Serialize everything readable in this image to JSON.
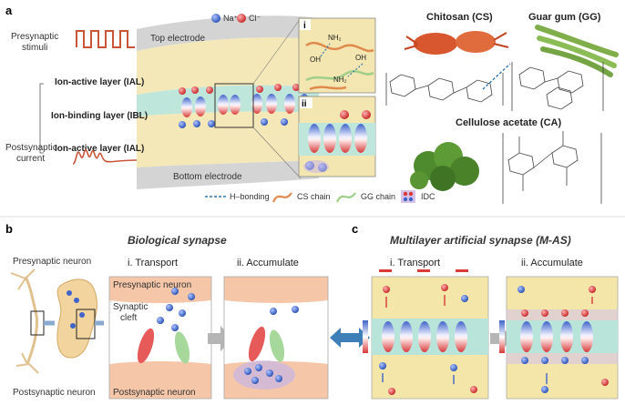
{
  "panel_a": {
    "letter": "a",
    "presynaptic_stimuli": [
      "Presynaptic",
      "stimuli"
    ],
    "top_electrode": "Top electrode",
    "bottom_electrode": "Bottom electrode",
    "layer_ial_top": "Ion-active layer (IAL)",
    "layer_ibl": "Ion-binding layer (IBL)",
    "layer_ial_bottom": "Ion-active layer (IAL)",
    "postsynaptic_current": [
      "Postsynaptic",
      "current"
    ],
    "legend_top": {
      "na": "Na⁺",
      "cl": "Cl⁻"
    },
    "inset_i": {
      "label": "i",
      "nh2_top": "NH₂",
      "oh_left": "OH",
      "oh_right": "OH",
      "nh2_bottom": "NH₂"
    },
    "inset_ii": {
      "label": "ii"
    },
    "legend_bottom": {
      "hbond": "H–bonding",
      "cs_chain": "CS chain",
      "gg_chain": "GG chain",
      "idc": "IDC"
    },
    "chitosan": "Chitosan (CS)",
    "guar_gum": "Guar gum (GG)",
    "cellulose_acetate": "Cellulose acetate (CA)"
  },
  "panel_b": {
    "letter": "b",
    "title": "Biological synapse",
    "presynaptic_neuron": "Presynaptic neuron",
    "postsynaptic_neuron": "Postsynaptic neuron",
    "transport": "i. Transport",
    "accumulate": "ii. Accumulate",
    "box_presynaptic": "Presynaptic neuron",
    "synaptic_cleft": [
      "Synaptic",
      "cleft"
    ],
    "box_postsynaptic": "Postsynaptic neuron"
  },
  "panel_c": {
    "letter": "c",
    "title": "Multilayer artificial synapse (M-AS)",
    "transport": "i. Transport",
    "accumulate": "ii. Accumulate"
  },
  "colors": {
    "na_ion": "#3f63c8",
    "cl_ion": "#d83a3a",
    "ibl_band": "#b9e4d9",
    "panel_fill": "#f3e6a8",
    "electrode": "#d0d0d0",
    "arrow_blue": "#2f78b4"
  }
}
